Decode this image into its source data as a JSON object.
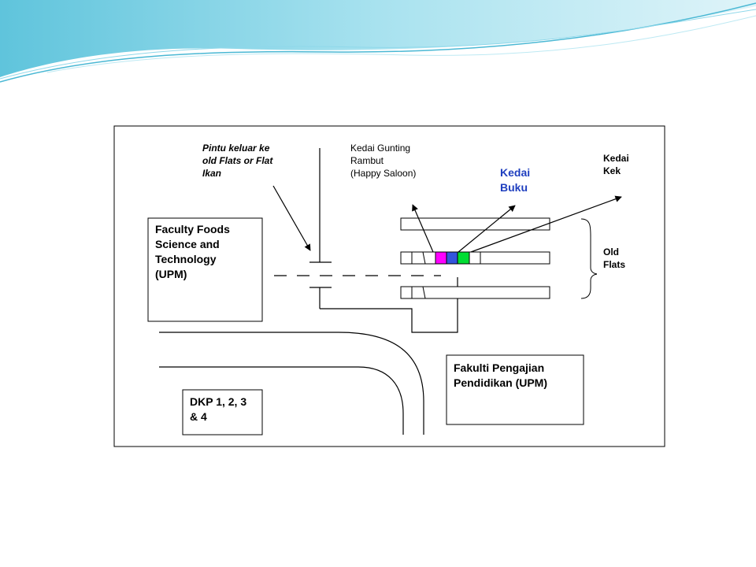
{
  "labels": {
    "pintu_keluar": "Pintu keluar ke\nold Flats or Flat\nIkan",
    "kedai_gunting": "Kedai Gunting\nRambut\n(Happy Saloon)",
    "kedai_buku": "Kedai\nBuku",
    "kedai_kek": "Kedai\nKek",
    "old_flats": "Old\nFlats",
    "faculty_foods": "Faculty Foods\nScience and\nTechnology\n(UPM)",
    "fakulti_pengajian": "Fakulti Pengajian\nPendidikan (UPM)",
    "dkp": "DKP 1, 2, 3\n& 4"
  },
  "colors": {
    "shop_magenta": "#ff00ff",
    "shop_blue": "#3355dd",
    "shop_green": "#00dd33",
    "kedai_buku_text": "#1f3fbf",
    "header_wave": "#7fd3e6"
  }
}
